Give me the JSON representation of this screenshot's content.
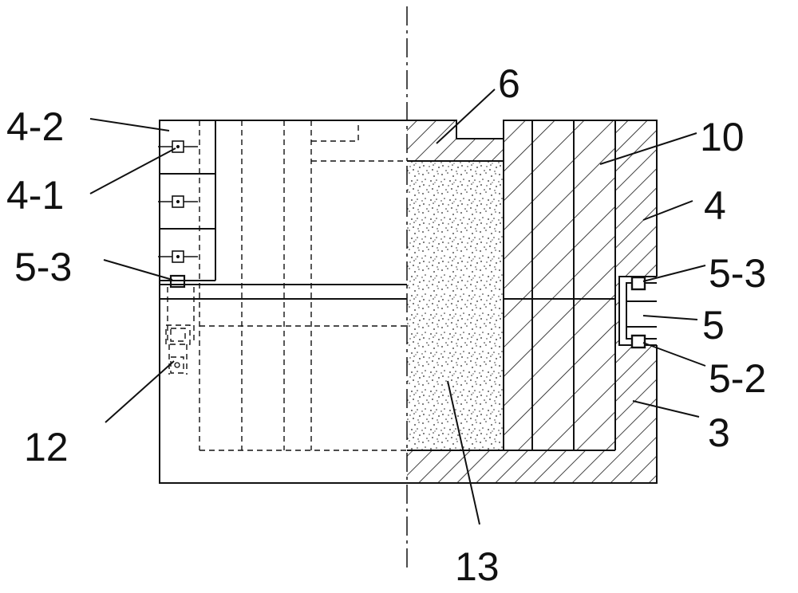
{
  "labels": {
    "l_4_2": "4-2",
    "l_4_1": "4-1",
    "l_5_3_left": "5-3",
    "l_12": "12",
    "l_6": "6",
    "l_10": "10",
    "l_4": "4",
    "l_5_3_right": "5-3",
    "l_5": "5",
    "l_5_2": "5-2",
    "l_3": "3",
    "l_13": "13"
  },
  "colors": {
    "line": "#111111",
    "background": "#ffffff"
  }
}
